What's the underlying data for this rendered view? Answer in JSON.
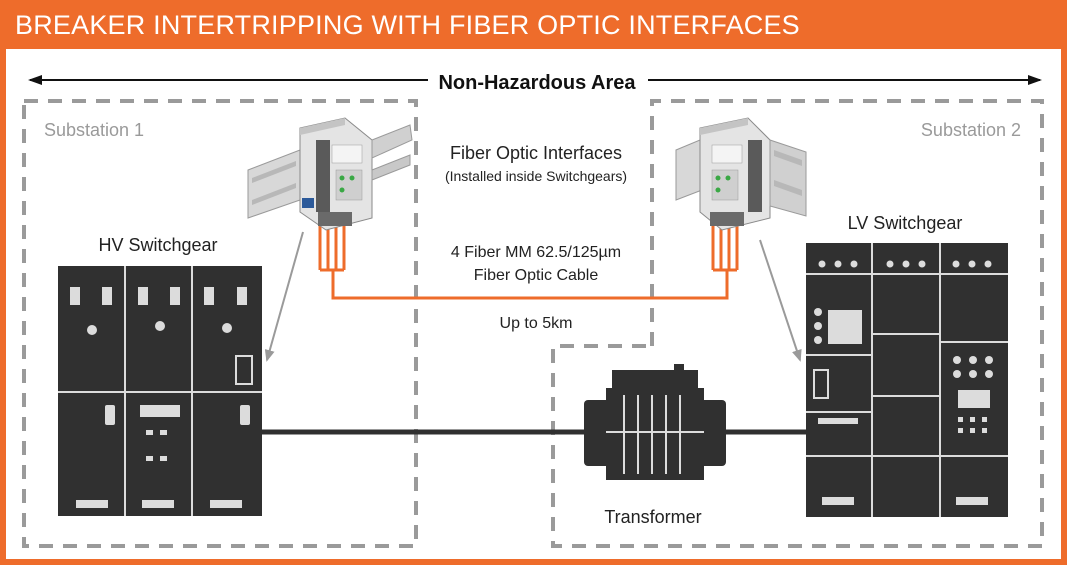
{
  "title": "BREAKER INTERTRIPPING WITH FIBER OPTIC INTERFACES",
  "area_label": "Non-Hazardous Area",
  "substation_1": "Substation 1",
  "substation_2": "Substation 2",
  "fiber_interfaces": {
    "title": "Fiber Optic Interfaces",
    "subtitle": "(Installed inside Switchgears)"
  },
  "cable": {
    "line1": "4 Fiber MM 62.5/125µm",
    "line2": "Fiber Optic Cable",
    "distance": "Up to 5km"
  },
  "hv_switchgear": "HV Switchgear",
  "lv_switchgear": "LV Switchgear",
  "transformer": "Transformer",
  "colors": {
    "accent": "#ee6c2b",
    "equipment": "#303030",
    "dashed_border": "#9a9a9a",
    "fiber": "#ee6c2b"
  }
}
